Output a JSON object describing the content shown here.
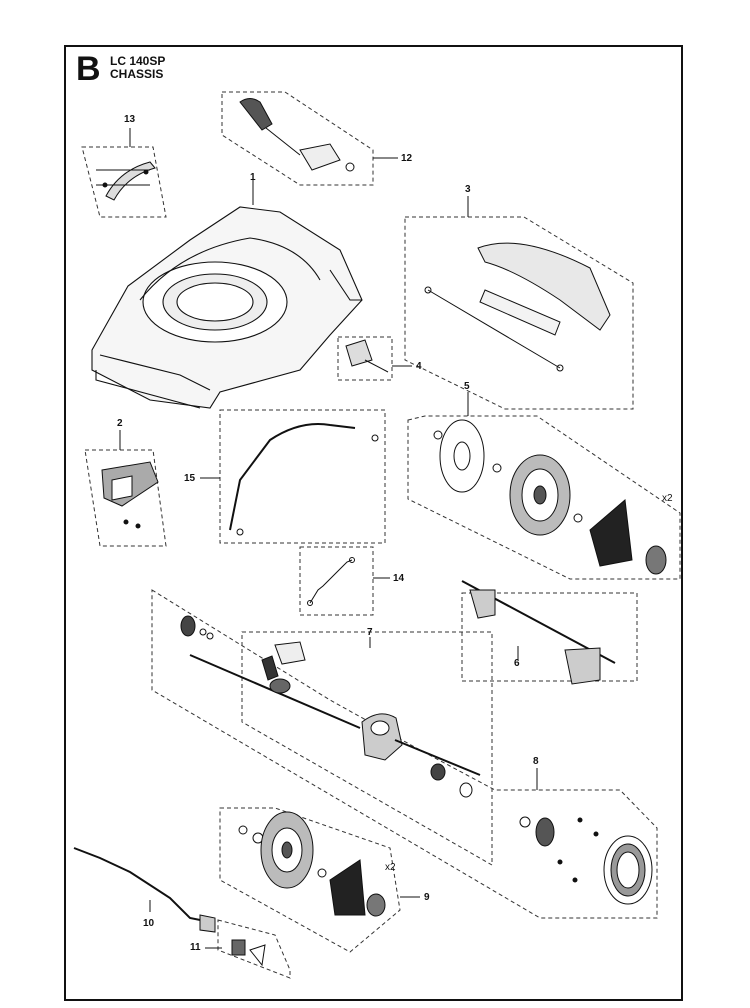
{
  "section_letter": "B",
  "model": "LC 140SP",
  "assembly": "CHASSIS",
  "callouts": [
    "1",
    "2",
    "3",
    "4",
    "5",
    "6",
    "7",
    "8",
    "9",
    "10",
    "11",
    "12",
    "13",
    "14",
    "15"
  ],
  "quantities": {
    "wheel_front": "x2",
    "wheel_rear": "x2"
  },
  "colors": {
    "line": "#111111",
    "fill": "#ffffff",
    "shade": "#cfcfcf"
  }
}
